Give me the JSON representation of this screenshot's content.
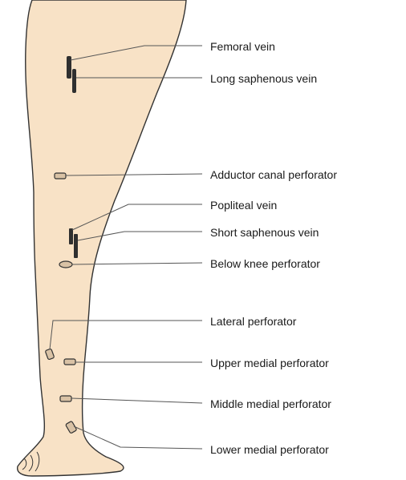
{
  "colors": {
    "skin": "#f8e2c6",
    "outline": "#333333",
    "vessel": "#2f2f2f",
    "perforator_fill": "#d9c2a5",
    "leader": "#555555"
  },
  "labels": [
    {
      "id": "femoral-vein",
      "text": "Femoral vein"
    },
    {
      "id": "long-saphenous-vein",
      "text": "Long saphenous vein"
    },
    {
      "id": "adductor-canal-perforator",
      "text": "Adductor canal perforator"
    },
    {
      "id": "popliteal-vein",
      "text": "Popliteal vein"
    },
    {
      "id": "short-saphenous-vein",
      "text": "Short saphenous vein"
    },
    {
      "id": "below-knee-perforator",
      "text": "Below knee perforator"
    },
    {
      "id": "lateral-perforator",
      "text": "Lateral perforator"
    },
    {
      "id": "upper-medial-perforator",
      "text": "Upper medial perforator"
    },
    {
      "id": "middle-medial-perforator",
      "text": "Middle medial perforator"
    },
    {
      "id": "lower-medial-perforator",
      "text": "Lower medial perforator"
    }
  ]
}
